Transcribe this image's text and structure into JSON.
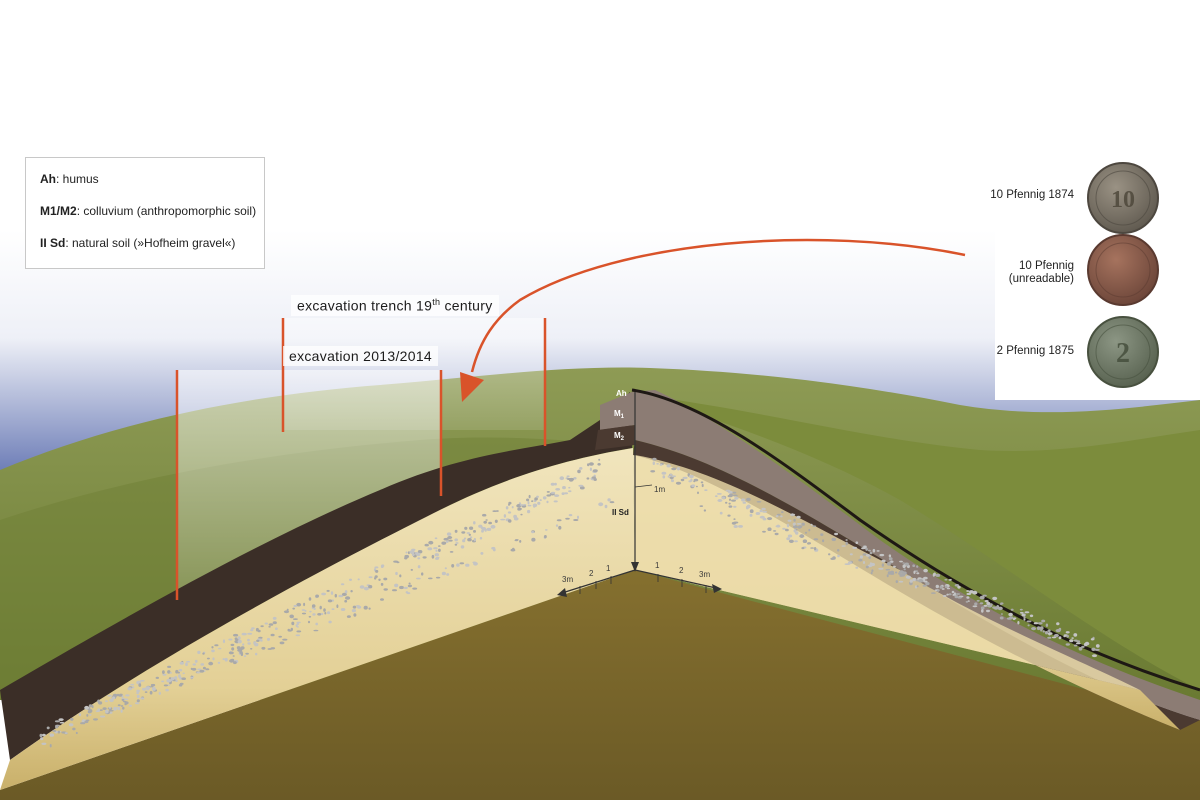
{
  "legend": {
    "ah_key": "Ah",
    "ah_desc": ": humus",
    "m_key": "M1/M2",
    "m_desc": ": colluvium (anthropomorphic soil)",
    "sd_key": "II Sd",
    "sd_desc": ": natural soil (»Hofheim gravel«)"
  },
  "trenches": {
    "old_text": "excavation trench 19",
    "old_sup": "th",
    "old_suffix": " century",
    "new_text": "excavation 2013/2014"
  },
  "soil_labels": {
    "ah": "Ah",
    "m1": "M",
    "m1_sub": "1",
    "m2": "M",
    "m2_sub": "2",
    "sd": "II Sd"
  },
  "scale": {
    "depth": "1m",
    "left_ticks": [
      "3m",
      "2",
      "1"
    ],
    "right_ticks": [
      "1",
      "2",
      "3m"
    ]
  },
  "coins": [
    {
      "label": "10 Pfennig 1874",
      "face": "10",
      "color": "#7a7468"
    },
    {
      "label_line1": "10 Pfennig",
      "label_line2": "(unreadable)",
      "face": "",
      "color": "#8a5a4a"
    },
    {
      "label": "2 Pfennig 1875",
      "face": "2",
      "color": "#6f7a6a"
    }
  ],
  "colors": {
    "grass": "#7a8a3e",
    "marker": "#d9532a",
    "ah": "#3a2e28",
    "m1": "#8b7b74",
    "m2": "#4a3a32",
    "sd": "#e6d7a3",
    "ground": "#7a6430"
  }
}
